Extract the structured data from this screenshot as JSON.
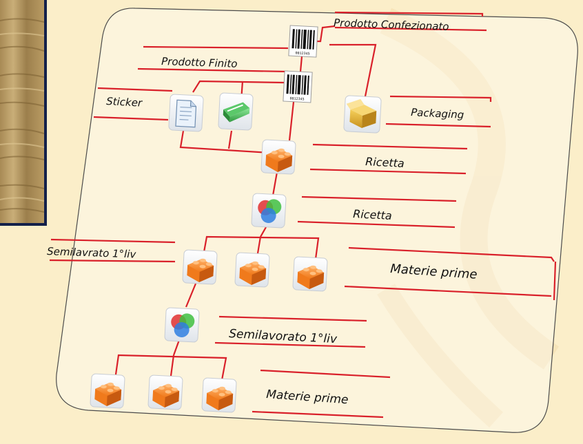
{
  "labels": {
    "prodotto_confezionato": "Prodotto Confezionato",
    "prodotto_finito": "Prodotto Finito",
    "sticker": "Sticker",
    "packaging": "Packaging",
    "ricetta_1": "Ricetta",
    "ricetta_2": "Ricetta",
    "semilavrato": "Semilavrato 1°liv",
    "materie_prime_1": "Materie prime",
    "semilavorato": "Semilavorato 1°liv",
    "materie_prime_2": "Materie prime",
    "barcode_digits": "0012345"
  },
  "icons": [
    "barcode-icon",
    "document-icon",
    "sticker-card-icon",
    "box-icon",
    "brick-icon",
    "mix-circles-icon"
  ],
  "colors": {
    "background": "#fbeec9",
    "connector": "#d9202a",
    "brick": "#f07a1c",
    "panel_border": "#4a4a4a"
  }
}
